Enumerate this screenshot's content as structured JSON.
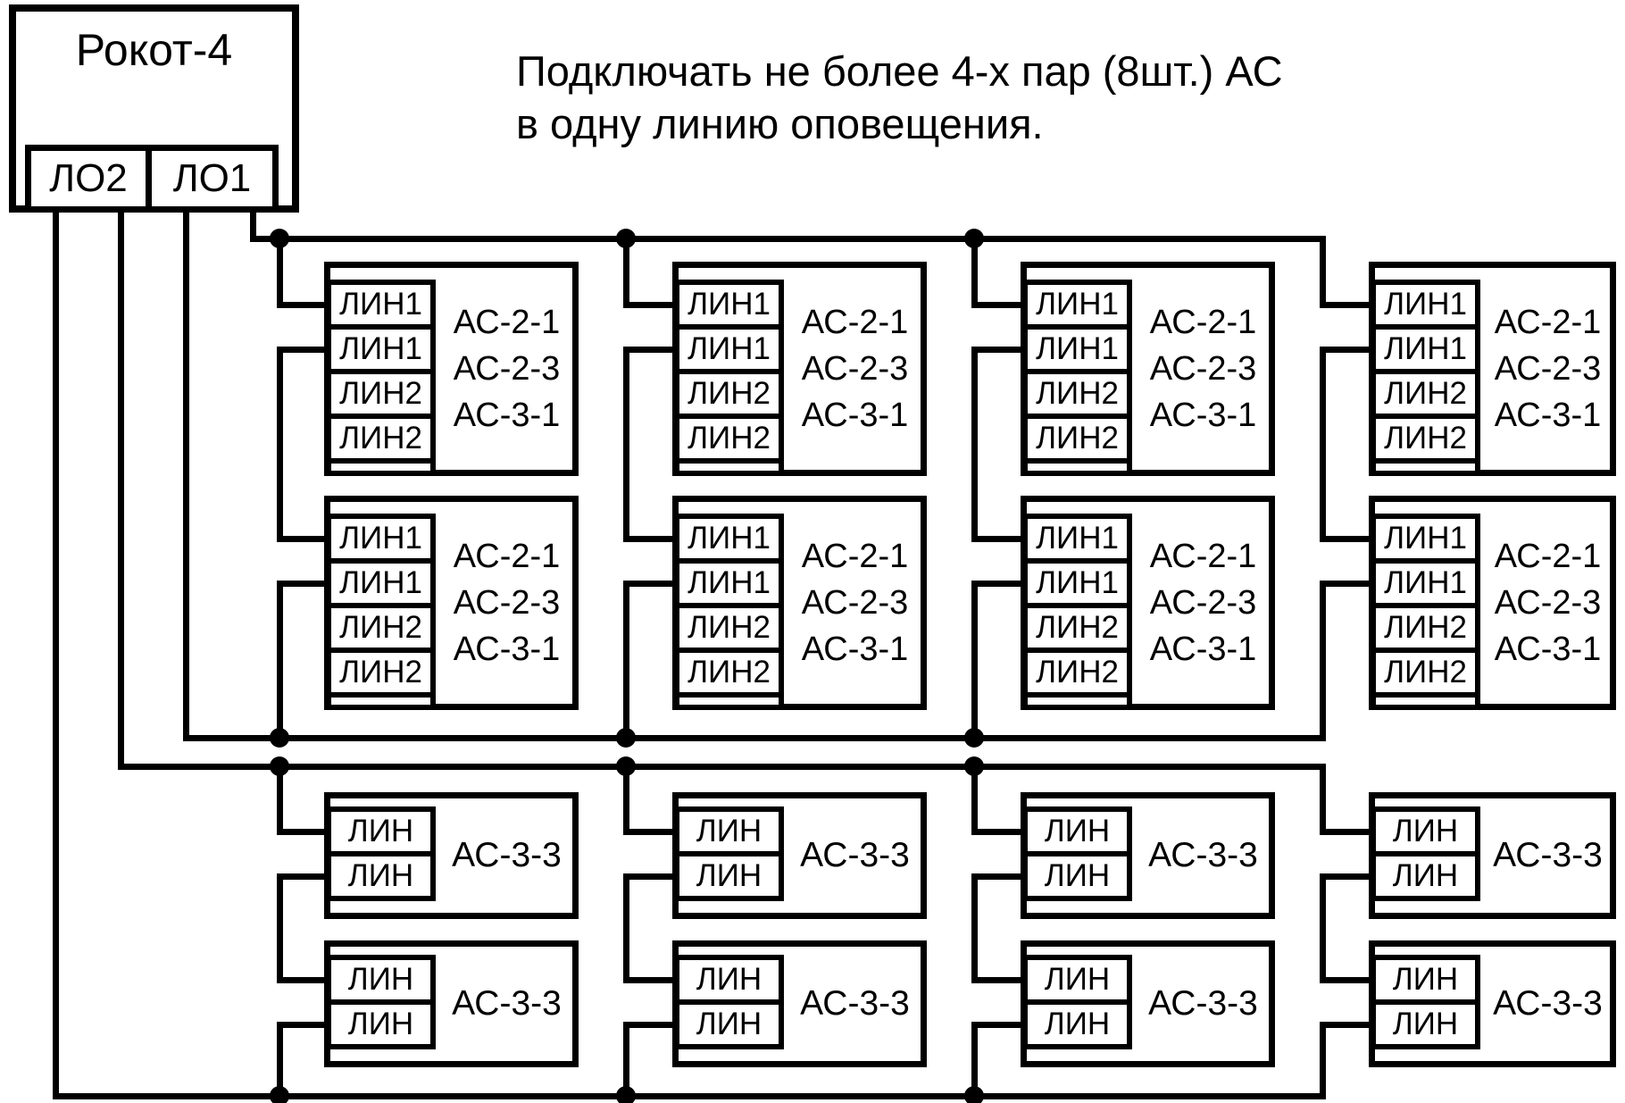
{
  "note": {
    "line1": "Подключать не более 4-х пар (8шт.) АС",
    "line2": "в одну линию оповещения."
  },
  "panel": {
    "title": "Рокот-4",
    "outputs": [
      {
        "label": "ЛО2"
      },
      {
        "label": "ЛО1"
      }
    ]
  },
  "groups": [
    {
      "name": "line-1-speakers",
      "rows": 2,
      "units_per_row": 4,
      "terminals": [
        "ЛИН1",
        "ЛИН1",
        "ЛИН2",
        "ЛИН2"
      ],
      "model_lines": [
        "АС-2-1",
        "АС-2-3",
        "АС-3-1"
      ]
    },
    {
      "name": "line-2-speakers",
      "rows": 2,
      "units_per_row": 4,
      "terminals": [
        "ЛИН",
        "ЛИН"
      ],
      "model_lines": [
        "АС-3-3"
      ]
    }
  ],
  "colors": {
    "line": "#000000",
    "background": "#ffffff",
    "text": "#000000"
  }
}
